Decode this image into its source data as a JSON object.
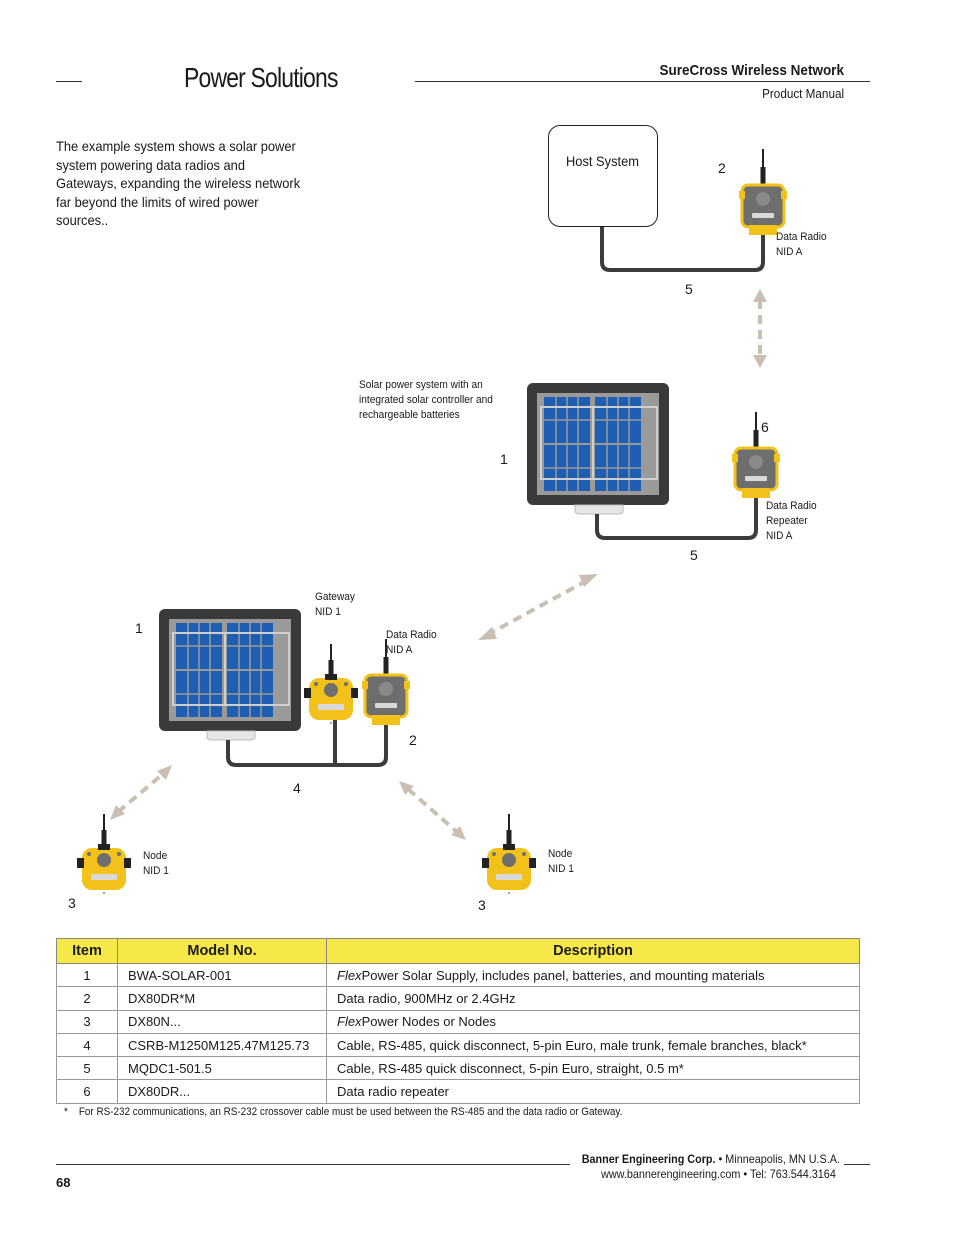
{
  "header": {
    "title": "Power Solutions",
    "product": "SureCross Wireless Network",
    "subtitle": "Product Manual"
  },
  "intro_text": "The example system shows a solar power system powering data radios and Gateways, expanding the wireless network far beyond the limits of wired power sources..",
  "diagram": {
    "host_system": "Host System",
    "labels": {
      "data_radio_top": "Data Radio\nNID A",
      "solar_desc": "Solar power system with an\nintegrated solar controller and\nrechargeable batteries",
      "repeater": "Data Radio\nRepeater\nNID A",
      "gateway": "Gateway\nNID 1",
      "data_radio_mid": "Data Radio\nNID A",
      "node_left": "Node\nNID 1",
      "node_right": "Node\nNID 1"
    },
    "numbers": {
      "n2_top": "2",
      "n5_top": "5",
      "n6": "6",
      "n1_right": "1",
      "n5_mid": "5",
      "n1_left": "1",
      "n2_mid": "2",
      "n4": "4",
      "n3_left": "3",
      "n3_right": "3"
    },
    "colors": {
      "device_yellow": "#f2c21b",
      "device_gray": "#6e6e6e",
      "panel_blue": "#1e5fb4",
      "frame_dark": "#3a3a3a",
      "arrow": "#c9bfb3"
    }
  },
  "table": {
    "headers": [
      "Item",
      "Model No.",
      "Description"
    ],
    "rows": [
      {
        "item": "1",
        "model": "BWA-SOLAR-001",
        "desc_italic": "Flex",
        "desc": "Power Solar Supply, includes panel, batteries, and mounting materials"
      },
      {
        "item": "2",
        "model": "DX80DR*M",
        "desc_italic": "",
        "desc": "Data radio, 900MHz or 2.4GHz"
      },
      {
        "item": "3",
        "model": "DX80N...",
        "desc_italic": "Flex",
        "desc": "Power Nodes or Nodes"
      },
      {
        "item": "4",
        "model": "CSRB-M1250M125.47M125.73",
        "desc_italic": "",
        "desc": "Cable, RS-485, quick disconnect, 5-pin Euro, male trunk, female branches, black*"
      },
      {
        "item": "5",
        "model": "MQDC1-501.5",
        "desc_italic": "",
        "desc": "Cable, RS-485 quick disconnect, 5-pin Euro, straight, 0.5 m*"
      },
      {
        "item": "6",
        "model": "DX80DR...",
        "desc_italic": "",
        "desc": "Data radio repeater"
      }
    ],
    "footnote_mark": "*",
    "footnote": "For RS-232 communications, an RS-232 crossover cable must be used between the RS-485 and the data radio or Gateway."
  },
  "footer": {
    "company": "Banner Engineering Corp.",
    "location": " • Minneapolis, MN U.S.A.",
    "web_tel": "www.bannerengineering.com  •  Tel: 763.544.3164",
    "page": "68"
  }
}
